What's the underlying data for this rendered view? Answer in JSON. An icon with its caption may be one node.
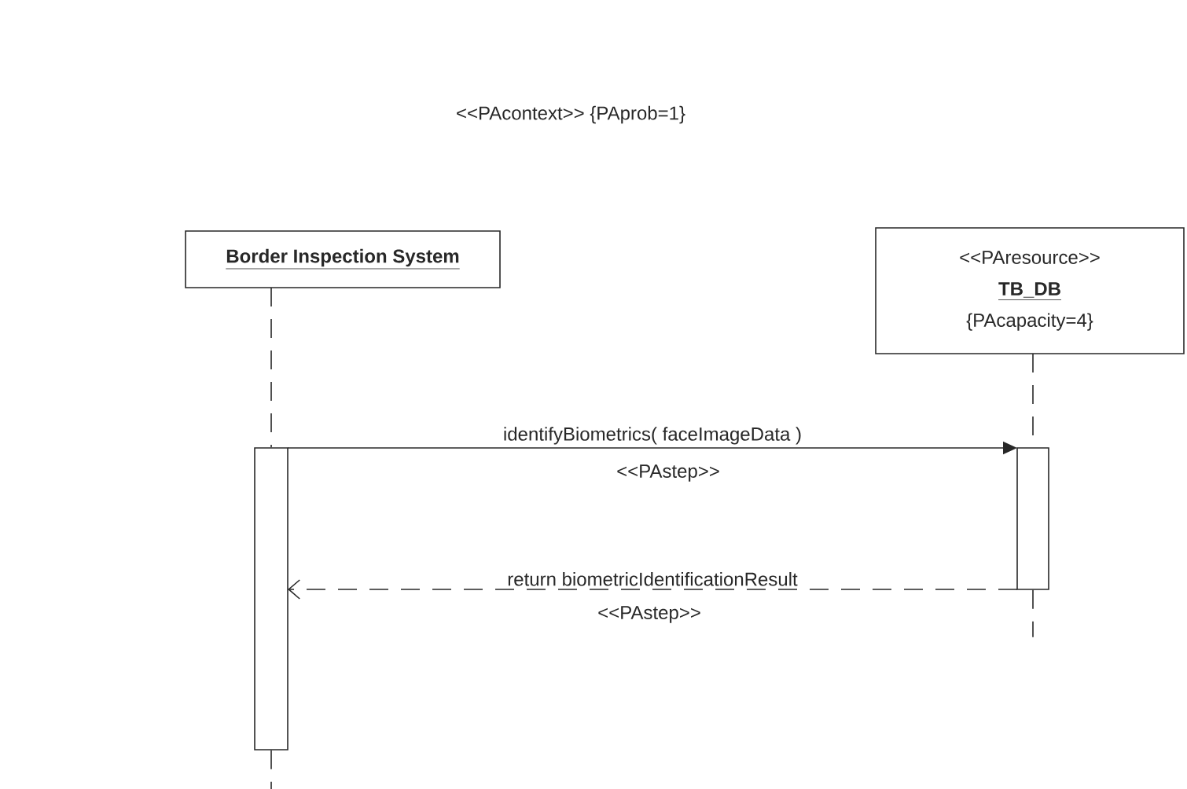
{
  "diagram": {
    "title": "<<PAcontext>> {PAprob=1}",
    "nodes": [
      {
        "text": [
          "Border Inspection System"
        ]
      },
      {
        "text": [
          "<<PAresource>>",
          "TB_DB",
          "{PAcapacity=4}"
        ]
      },
      {
        "text": [],
        "shape": "bar"
      },
      {
        "text": [],
        "shape": "bar"
      }
    ],
    "edges": [
      {
        "from": 0,
        "to": 2,
        "arrow": "none",
        "style": "dashed"
      },
      {
        "from": 2,
        "to": null,
        "arrow": "none",
        "style": "dashed"
      },
      {
        "from": 1,
        "to": 3,
        "arrow": "none",
        "style": "dashed"
      },
      {
        "from": 3,
        "to": null,
        "arrow": "none",
        "style": "dashed"
      },
      {
        "from": 2,
        "to": 3,
        "arrow": "to",
        "label": "identifyBiometrics( faceImageData )"
      },
      {
        "from": 3,
        "to": 2,
        "arrow": "to",
        "style": "dashed",
        "label": "return biometricIdentificationResult"
      }
    ],
    "labels": [
      "<<PAstep>>",
      "<<PAstep>>"
    ]
  }
}
